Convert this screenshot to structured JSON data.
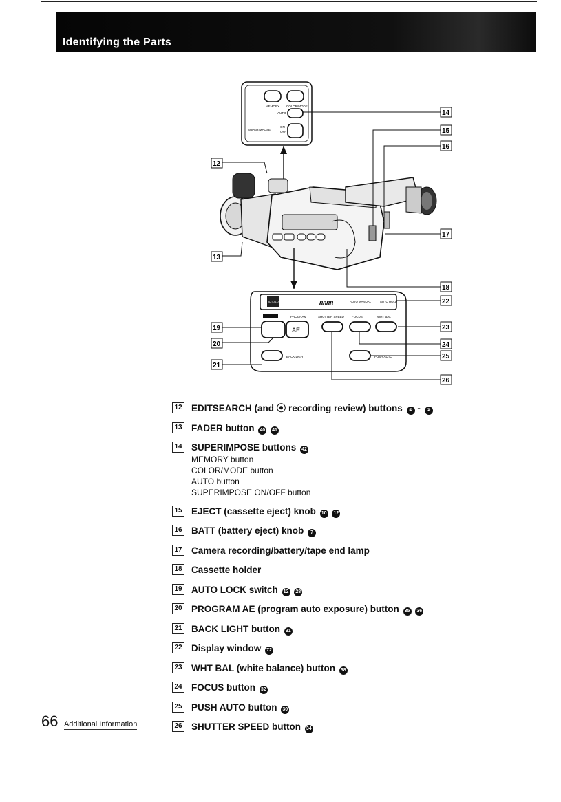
{
  "header": {
    "title": "Identifying the Parts"
  },
  "illustration": {
    "top_panel": {
      "memory": "MEMORY",
      "color_mode": "COLOR/MODE",
      "auto": "AUTO",
      "superimpose": "SUPERIMPOSE",
      "on": "ON",
      "off": "OFF"
    },
    "bottom_panel": {
      "auto_lock": "AUTO LOCK",
      "counter": "8888",
      "auto_manual": "AUTO MANUAL",
      "auto_hold": "AUTO HOLD",
      "program": "PROGRAM",
      "shutter_speed": "SHUTTER SPEED",
      "focus": "FOCUS",
      "wht_bal": "WHT BAL",
      "ae": "AE",
      "back_light": "BACK LIGHT",
      "push_auto": "PUSH AUTO"
    },
    "callouts": [
      "12",
      "13",
      "14",
      "15",
      "16",
      "17",
      "18",
      "19",
      "20",
      "21",
      "22",
      "23",
      "24",
      "25",
      "26"
    ]
  },
  "items": [
    {
      "num": "12",
      "text": "EDITSEARCH (and ⦿ recording review) buttons",
      "refs": [
        "①",
        "-",
        "②"
      ]
    },
    {
      "num": "13",
      "text": "FADER button",
      "refs": [
        "40",
        "41"
      ]
    },
    {
      "num": "14",
      "text": "SUPERIMPOSE buttons",
      "refs": [
        "42"
      ],
      "sub": [
        "MEMORY button",
        "COLOR/MODE button",
        "AUTO button",
        "SUPERIMPOSE ON/OFF button"
      ]
    },
    {
      "num": "15",
      "text": "EJECT (cassette eject) knob",
      "refs": [
        "10",
        "12"
      ]
    },
    {
      "num": "16",
      "text": "BATT (battery eject) knob",
      "refs": [
        "7"
      ]
    },
    {
      "num": "17",
      "text": "Camera recording/battery/tape end lamp",
      "refs": []
    },
    {
      "num": "18",
      "text": "Cassette holder",
      "refs": []
    },
    {
      "num": "19",
      "text": "AUTO LOCK switch",
      "refs": [
        "12",
        "28"
      ]
    },
    {
      "num": "20",
      "text": "PROGRAM AE (program auto exposure) button",
      "refs": [
        "35",
        "36"
      ]
    },
    {
      "num": "21",
      "text": "BACK LIGHT button",
      "refs": [
        "31"
      ]
    },
    {
      "num": "22",
      "text": "Display window",
      "refs": [
        "72"
      ]
    },
    {
      "num": "23",
      "text": "WHT BAL (white balance) button",
      "refs": [
        "38"
      ]
    },
    {
      "num": "24",
      "text": "FOCUS button",
      "refs": [
        "32"
      ]
    },
    {
      "num": "25",
      "text": "PUSH AUTO button",
      "refs": [
        "30"
      ]
    },
    {
      "num": "26",
      "text": "SHUTTER SPEED button",
      "refs": [
        "34"
      ]
    }
  ],
  "footer": {
    "page_number": "66",
    "section": "Additional Information"
  }
}
